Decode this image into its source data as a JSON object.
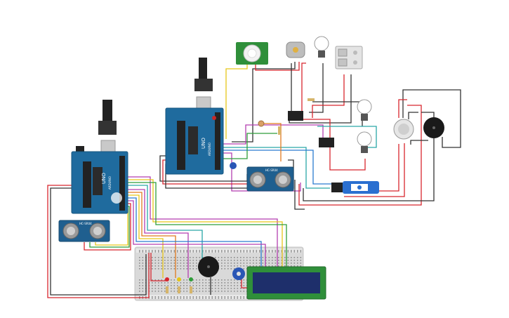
{
  "canvas": {
    "background": "#ffffff"
  },
  "arduino_left": {
    "board_label": "UNO",
    "brand_label": "ARDUINO",
    "color": "#1f6b9e"
  },
  "arduino_top": {
    "board_label": "UNO",
    "brand_label": "ARDUINO",
    "color": "#1f6b9e"
  },
  "ultrasonic_left": {
    "label": "HC-SR04"
  },
  "ultrasonic_top": {
    "label": "HC-SR04"
  },
  "lcd": {
    "label": "16x2 LCD",
    "screen_color": "#1e2f6b",
    "pcb_color": "#2f8f3a"
  },
  "colors": {
    "wire_red": "#d8262e",
    "wire_black": "#333333",
    "wire_yellow": "#e6c619",
    "wire_purple": "#b43fb0",
    "wire_green": "#2f9e3a",
    "wire_blue": "#2a7bd0",
    "wire_teal": "#2aa7a8",
    "wire_orange": "#e07a1f",
    "breadboard": "#d9d9d9"
  },
  "icons": [
    "pir-sensor-icon",
    "dc-motor-icon",
    "lightbulb-icon",
    "relay-icon",
    "piezo-buzzer-icon",
    "potentiometer-icon",
    "servo-icon",
    "gas-sensor-icon",
    "led-icon",
    "switch-panel-icon"
  ]
}
